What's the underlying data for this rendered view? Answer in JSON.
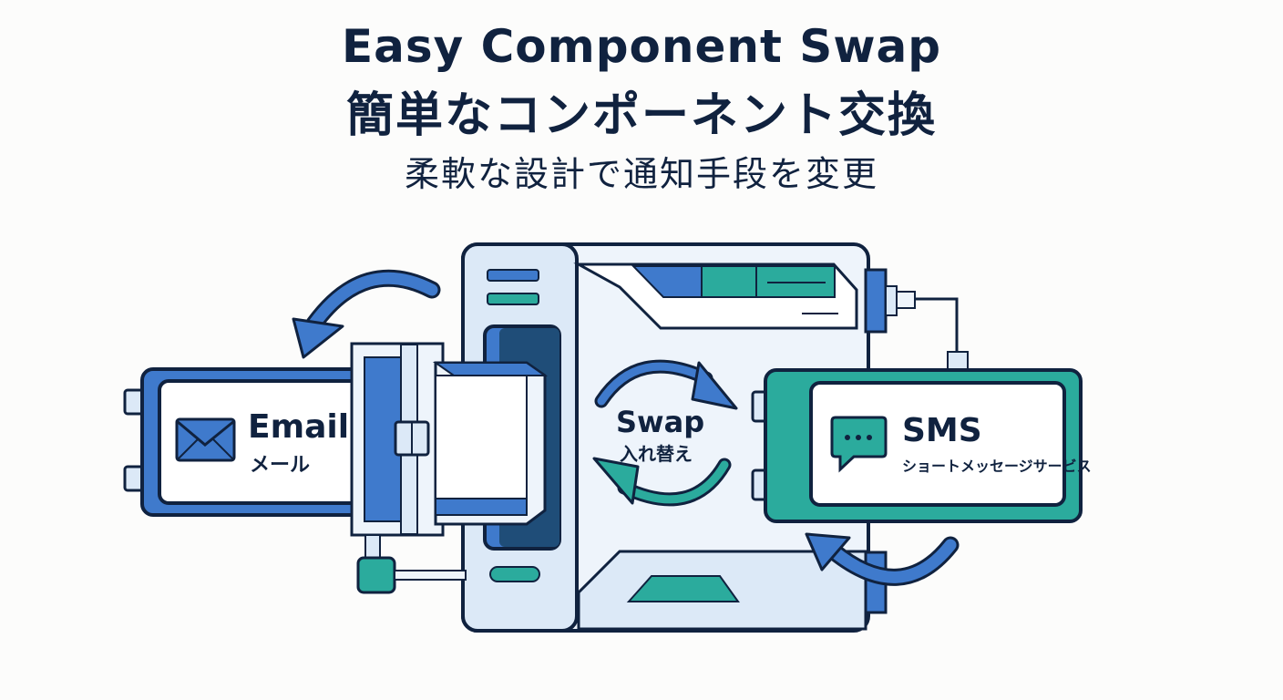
{
  "header": {
    "title": "Easy Component Swap",
    "title_ja": "簡単なコンポーネント交換",
    "subtitle": "柔軟な設計で通知手段を変更"
  },
  "email_module": {
    "label": "Email",
    "label_ja": "メール",
    "icon": "envelope-icon"
  },
  "sms_module": {
    "label": "SMS",
    "label_ja": "ショートメッセージサービス",
    "icon": "chat-bubble-icon"
  },
  "swap": {
    "label": "Swap",
    "label_ja": "入れ替え"
  },
  "colors": {
    "navy": "#10223f",
    "blue": "#3f7acc",
    "light_blue": "#dce9f7",
    "teal": "#2bab9d",
    "teal_light": "#e6f3f1",
    "machine_fill": "#eef4fb"
  }
}
